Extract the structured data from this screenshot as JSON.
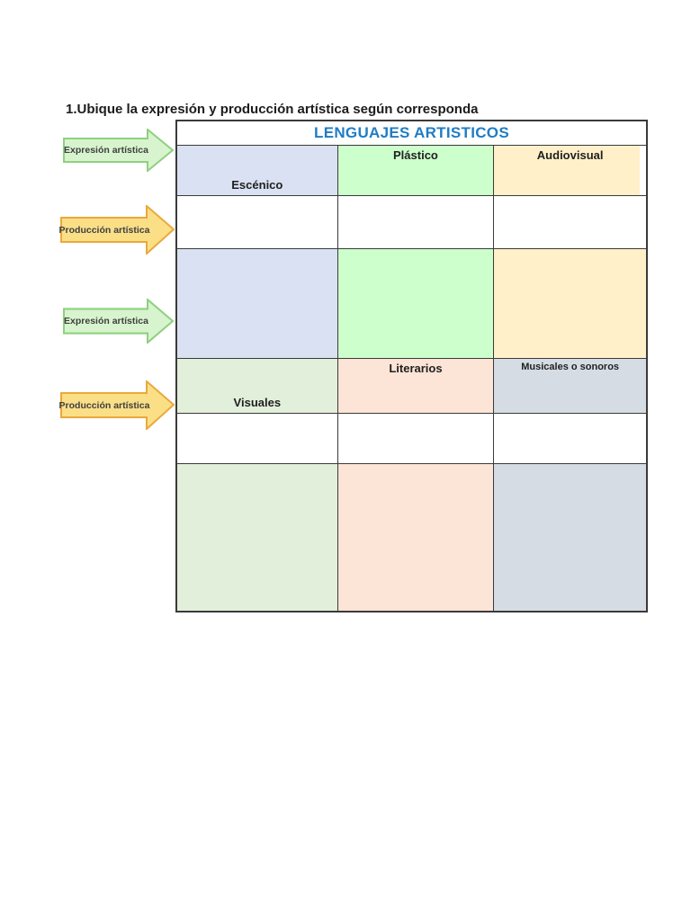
{
  "instruction": "1.Ubique la expresión y producción artística según corresponda",
  "arrows": [
    {
      "label": "Expresión artística",
      "style": "green"
    },
    {
      "label": "Producción artística",
      "style": "yellow"
    },
    {
      "label": "Expresión artística",
      "style": "green"
    },
    {
      "label": "Producción artística",
      "style": "yellow"
    }
  ],
  "table": {
    "title": "LENGUAJES ARTISTICOS",
    "labels": {
      "escenico": "Escénico",
      "plastico": "Plástico",
      "audiovisual": "Audiovisual",
      "visuales": "Visuales",
      "literarios": "Literarios",
      "musicales": "Musicales o sonoros"
    }
  },
  "colors": {
    "title_blue": "#1F7CC4",
    "lavender": "#D9E1F2",
    "green_bright": "#CCFFCC",
    "yellow_light": "#FFF0C9",
    "green_sage": "#E2EFDA",
    "peach": "#FCE4D6",
    "gray_blue": "#D6DCE4",
    "arrow_green_fill": "#D7F4CE",
    "arrow_green_border": "#8ED07F",
    "arrow_yellow_fill": "#FBDF87",
    "arrow_yellow_border": "#E9A93C"
  }
}
